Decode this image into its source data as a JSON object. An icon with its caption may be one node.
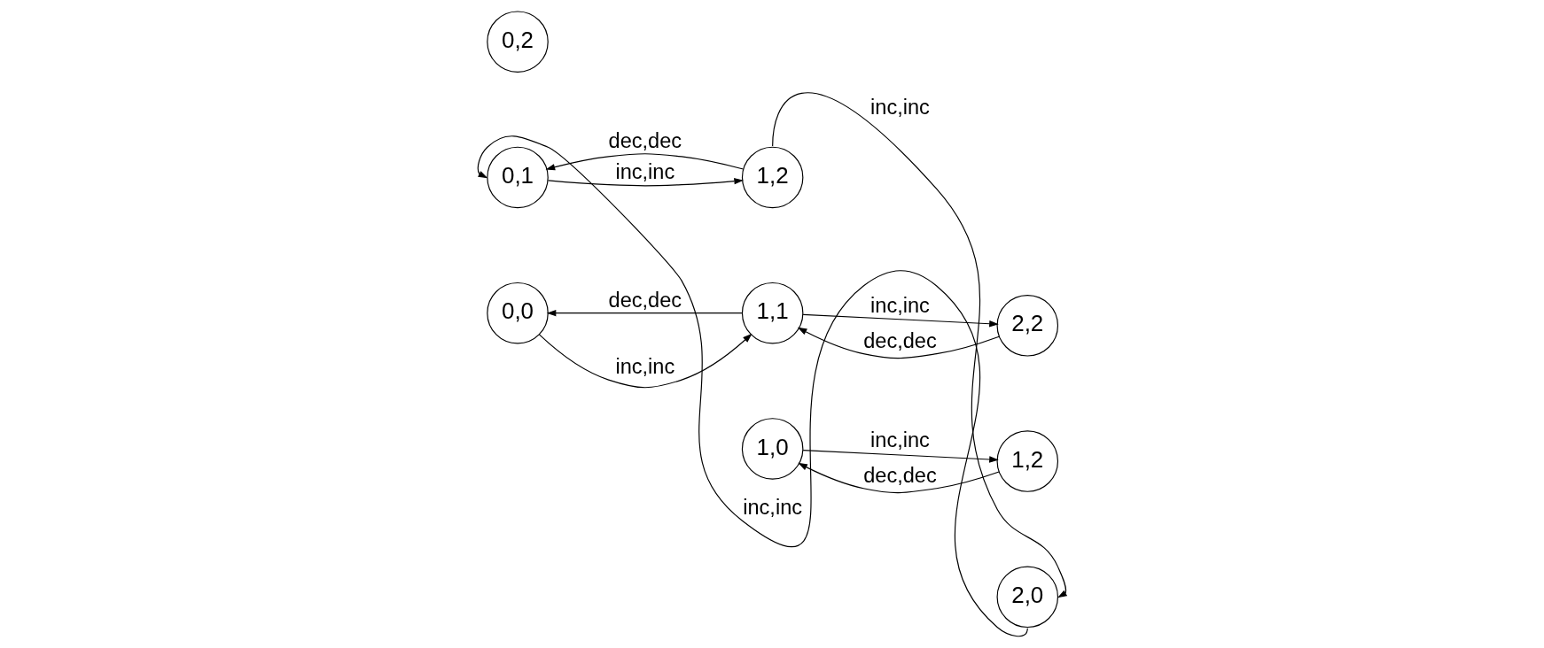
{
  "diagram": {
    "nodes": [
      {
        "text": [
          "0,2"
        ]
      },
      {
        "text": [
          "1,2"
        ]
      },
      {
        "text": [
          "2,2"
        ]
      },
      {
        "text": [
          "0,1"
        ]
      },
      {
        "text": [
          "1,1"
        ]
      },
      {
        "text": [
          "1,2"
        ]
      },
      {
        "text": [
          "0,0"
        ]
      },
      {
        "text": [
          "1,0"
        ]
      },
      {
        "text": [
          "2,0"
        ]
      }
    ],
    "edges": [
      {
        "from": 3,
        "to": 1,
        "label": "inc,inc",
        "arrow": "to"
      },
      {
        "from": 1,
        "to": 3,
        "label": "dec,dec",
        "arrow": "to"
      },
      {
        "from": 4,
        "to": 2,
        "label": "inc,inc",
        "arrow": "to"
      },
      {
        "from": 2,
        "to": 4,
        "label": "dec,dec",
        "arrow": "to"
      },
      {
        "from": 6,
        "to": 4,
        "label": "inc,inc",
        "arrow": "to"
      },
      {
        "from": 4,
        "to": 6,
        "label": "dec,dec",
        "arrow": "to"
      },
      {
        "from": 7,
        "to": 5,
        "label": "inc,inc",
        "arrow": "to"
      },
      {
        "from": 5,
        "to": 7,
        "label": "dec,dec",
        "arrow": "to"
      },
      {
        "from": 1,
        "to": 8,
        "label": "inc,inc",
        "arrow": "to"
      },
      {
        "from": 8,
        "to": 3,
        "label": "inc,inc",
        "arrow": "to"
      }
    ]
  }
}
